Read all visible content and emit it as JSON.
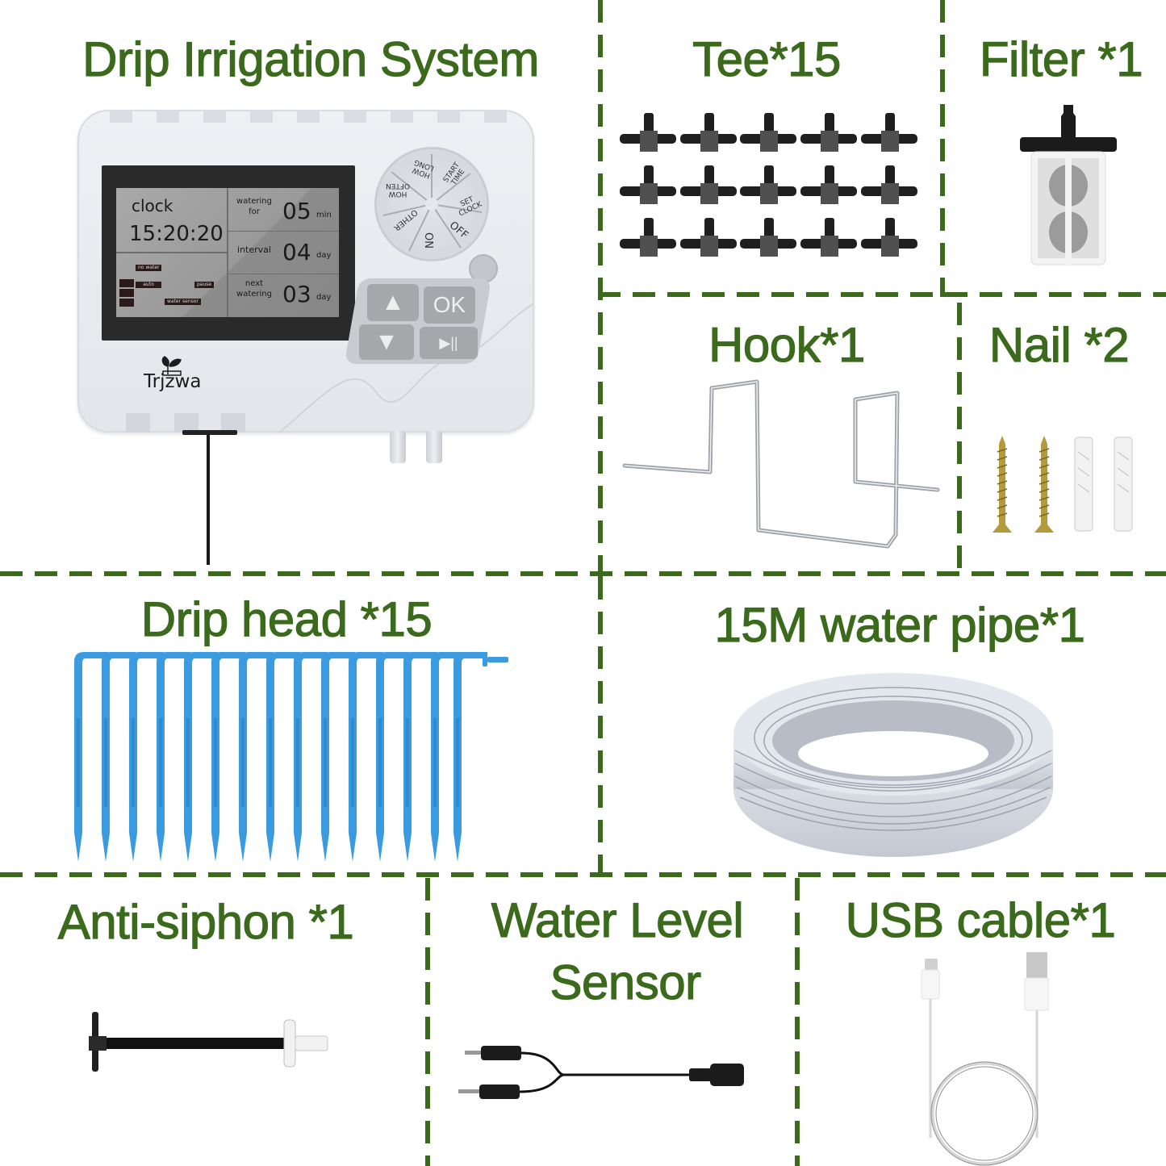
{
  "theme": {
    "title_color": "#3b6a1c",
    "divider_color": "#3b6a1c",
    "background": "#ffffff"
  },
  "sections": {
    "controller": {
      "title": "Drip Irrigation System",
      "brand": "Trjzwa",
      "display": {
        "clock_label": "clock",
        "clock_value": "15:20:20",
        "indicators": [
          "no water",
          "auto",
          "pause",
          "water sensor"
        ],
        "rows": [
          {
            "label_line1": "watering",
            "label_line2": "for",
            "value": "05",
            "unit": "min"
          },
          {
            "label_line1": "interval",
            "label_line2": "",
            "value": "04",
            "unit": "day"
          },
          {
            "label_line1": "next",
            "label_line2": "watering",
            "value": "03",
            "unit": "day"
          }
        ]
      },
      "dial": {
        "positions": [
          "HOW LONG",
          "START TIME",
          "SET CLOCK",
          "OFF",
          "ON",
          "OTHER",
          "HOW OFTEN"
        ]
      },
      "buttons": {
        "up": "▲",
        "ok": "OK",
        "down": "▼",
        "play_pause": "▶||"
      }
    },
    "tee": {
      "title": "Tee*15",
      "count": 15,
      "icon": "tee-connector-icon"
    },
    "filter": {
      "title": "Filter *1",
      "icon": "filter-icon"
    },
    "hook": {
      "title": "Hook*1",
      "icon": "hook-icon"
    },
    "nail": {
      "title": "Nail *2",
      "icon": "screw-anchor-icon"
    },
    "drip_head": {
      "title": "Drip head *15",
      "count": 15,
      "color": "#3a9be0"
    },
    "water_pipe": {
      "title": "15M water pipe*1",
      "icon": "pipe-coil-icon"
    },
    "anti_siphon": {
      "title": "Anti-siphon *1",
      "icon": "anti-siphon-icon"
    },
    "water_level_sensor": {
      "title_line1": "Water Level",
      "title_line2": "Sensor",
      "icon": "sensor-cable-icon"
    },
    "usb_cable": {
      "title": "USB cable*1",
      "icon": "usb-cable-icon"
    }
  }
}
